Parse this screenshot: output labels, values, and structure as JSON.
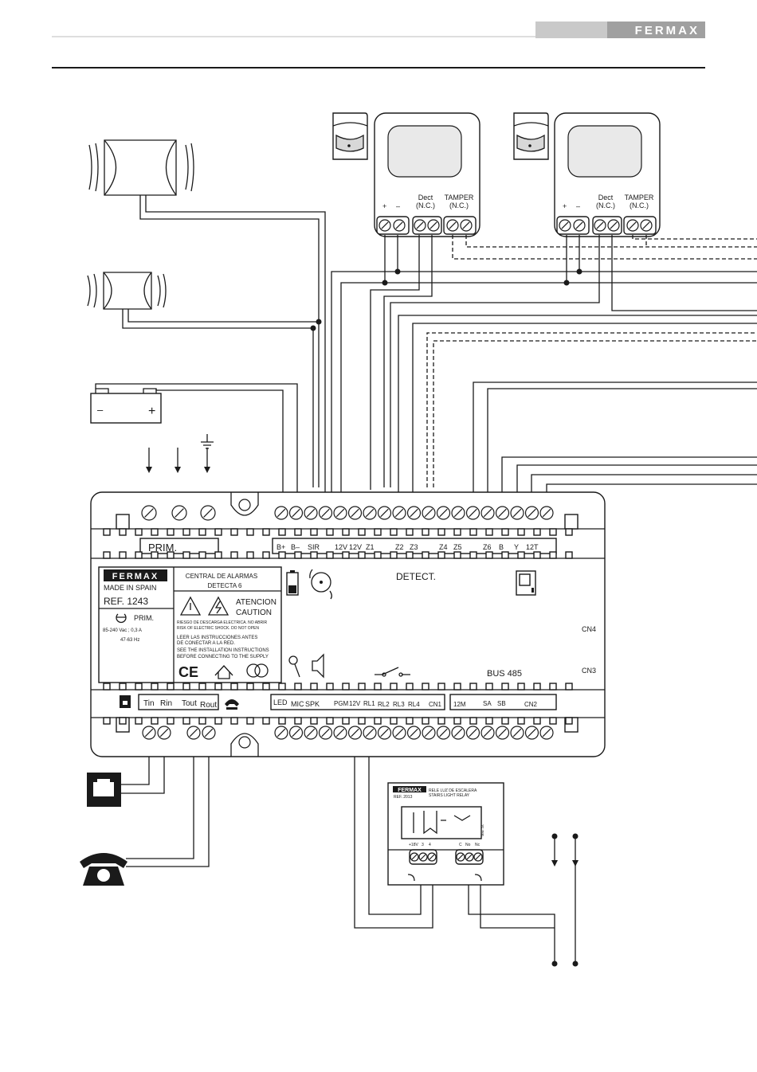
{
  "header": {
    "brand": "FERMAX",
    "brand_band_color": "#9a9a9a",
    "rule_color": "#1a1a1a"
  },
  "sensors": [
    {
      "power_plus": "+",
      "power_minus": "–",
      "dect_label": "Dect",
      "dect_sub": "(N.C.)",
      "tamper_label": "TAMPER",
      "tamper_sub": "(N.C.)"
    },
    {
      "power_plus": "+",
      "power_minus": "–",
      "dect_label": "Dect",
      "dect_sub": "(N.C.)",
      "tamper_label": "TAMPER",
      "tamper_sub": "(N.C.)"
    }
  ],
  "battery": {
    "minus": "–",
    "plus": "+"
  },
  "panel": {
    "top_labels": {
      "prim": "PRIM.",
      "b_plus": "B+",
      "b_minus": "B–",
      "sir": "SIR",
      "v12a": "12V",
      "v12b": "12V",
      "z1": "Z1",
      "z2": "Z2",
      "z3": "Z3",
      "z4": "Z4",
      "z5": "Z5",
      "z6": "Z6",
      "b": "B",
      "y": "Y",
      "t12": "12T"
    },
    "label_card": {
      "brand": "FERMAX",
      "made_in": "MADE IN SPAIN",
      "ref": "REF. 1243",
      "central": "CENTRAL DE ALARMAS",
      "model": "DETECTA 6",
      "atencion": "ATENCION",
      "caution": "CAUTION",
      "risk_es": "RIESGO DE DESCARGA ELECTRICA. NO ABRIR",
      "risk_en": "RISK OF ELECTRIC SHOCK. DO NOT OPEN",
      "read_es_1": "LEER LAS INSTRUCCIONES ANTES",
      "read_es_2": "DE CONECTAR A LA RED.",
      "read_en_1": "SEE THE INSTALLATION INSTRUCTIONS",
      "read_en_2": "BEFORE CONNECTING TO THE SUPPLY",
      "prim": "PRIM.",
      "voltage": "85-240 Vac ; 0,3 A",
      "freq": "47-63 Hz",
      "ce": "CE"
    },
    "detect": "DETECT.",
    "bus": "BUS 485",
    "cn4": "CN4",
    "cn3": "CN3",
    "bottom_labels": {
      "tin": "Tin",
      "rin": "Rin",
      "tout": "Tout",
      "rout": "Rout",
      "led": "LED",
      "mic": "MIC",
      "spk": "SPK",
      "pgm": "PGM",
      "v12": "12V",
      "rl1": "RL1",
      "rl2": "RL2",
      "rl3": "RL3",
      "rl4": "RL4",
      "cn1": "CN1",
      "m12": "12M",
      "sa": "SA",
      "sb": "SB",
      "cn2": "CN2"
    }
  },
  "relay": {
    "brand": "FERMAX",
    "ref": "REF. 2013",
    "title_es": "RELE LUZ DE ESCALERA",
    "title_en": "STAIRS LIGHT RELAY",
    "t1": "+18V",
    "t3": "3",
    "t4": "4",
    "tc": "C",
    "tno": "No",
    "tnc": "Nc",
    "max": "Max. 2A"
  }
}
